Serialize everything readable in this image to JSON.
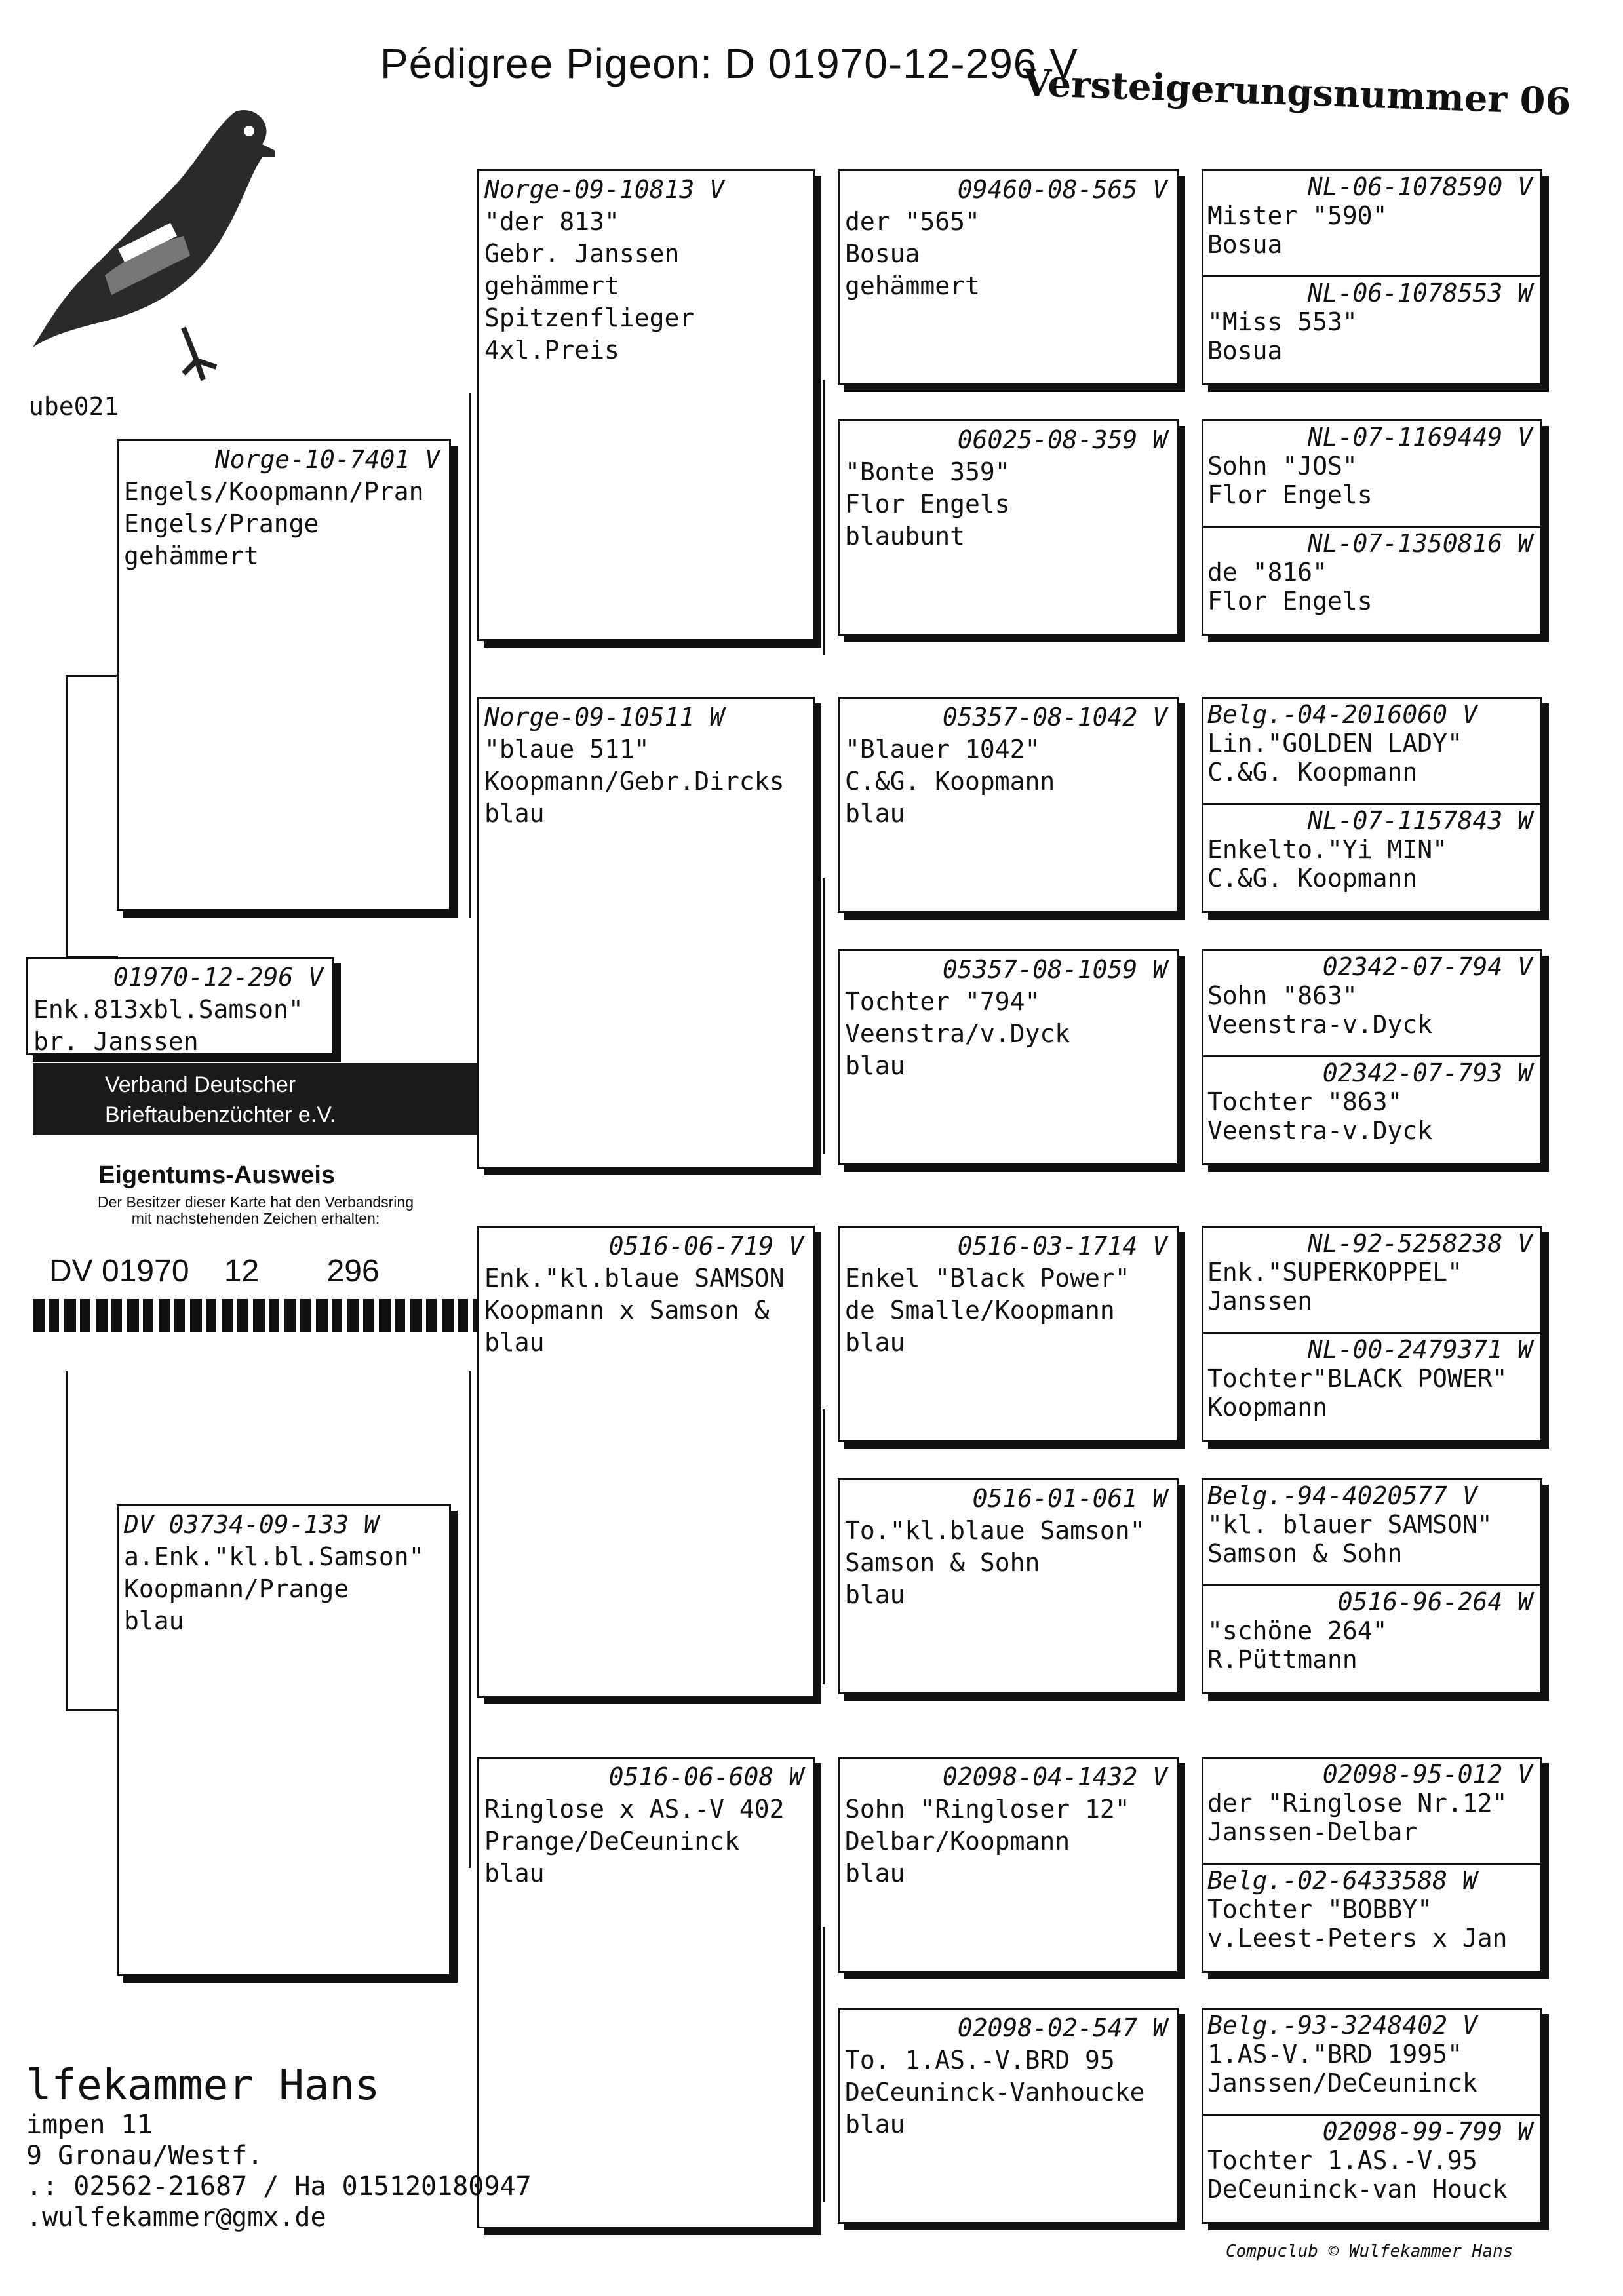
{
  "header": {
    "title": "Pédigree Pigeon: D   01970-12-296 V",
    "auction": "Versteigerungsnummer 06",
    "side_label": "ube021"
  },
  "subject": {
    "ring": "01970-12-296  V",
    "name": "Enk.813xbl.Samson\"",
    "breeder": "br. Janssen"
  },
  "card": {
    "org_line1": "Verband Deutscher",
    "org_line2": "Brieftaubenzüchter e.V.",
    "title": "Eigentums-Ausweis",
    "subtitle1": "Der Besitzer dieser Karte hat den Verbandsring",
    "subtitle2": "mit nachstehenden Zeichen erhalten:",
    "ring_prefix": "DV",
    "ring_number": "01970",
    "ring_year": "12",
    "ring_serial": "296"
  },
  "parents": {
    "father": {
      "ring": "Norge-10-7401  V",
      "lines": [
        "Engels/Koopmann/Pran",
        "Engels/Prange",
        "gehämmert"
      ]
    },
    "mother": {
      "ring": "DV  03734-09-133  W",
      "lines": [
        "a.Enk.\"kl.bl.Samson\"",
        "Koopmann/Prange",
        "blau"
      ]
    }
  },
  "grandparents": [
    {
      "ring": "Norge-09-10813  V",
      "lines": [
        "\"der 813\"",
        "Gebr. Janssen",
        "gehämmert",
        "Spitzenflieger",
        "4xl.Preis"
      ]
    },
    {
      "ring": "Norge-09-10511  W",
      "lines": [
        "\"blaue 511\"",
        "Koopmann/Gebr.Dircks",
        "blau"
      ]
    },
    {
      "ring": "0516-06-719  V",
      "lines": [
        "Enk.\"kl.blaue SAMSON",
        "Koopmann x Samson &",
        "blau"
      ]
    },
    {
      "ring": "0516-06-608  W",
      "lines": [
        "Ringlose x AS.-V 402",
        "Prange/DeCeuninck",
        "blau"
      ]
    }
  ],
  "great_grandparents": [
    {
      "ring": "09460-08-565  V",
      "lines": [
        "der \"565\"",
        "Bosua",
        "gehämmert"
      ]
    },
    {
      "ring": "06025-08-359  W",
      "lines": [
        "\"Bonte 359\"",
        "Flor Engels",
        "blaubunt"
      ]
    },
    {
      "ring": "05357-08-1042  V",
      "lines": [
        "\"Blauer 1042\"",
        "C.&G. Koopmann",
        "blau"
      ]
    },
    {
      "ring": "05357-08-1059  W",
      "lines": [
        "Tochter \"794\"",
        "Veenstra/v.Dyck",
        "blau"
      ]
    },
    {
      "ring": "0516-03-1714  V",
      "lines": [
        "Enkel \"Black Power\"",
        "de Smalle/Koopmann",
        "blau"
      ]
    },
    {
      "ring": "0516-01-061  W",
      "lines": [
        "To.\"kl.blaue Samson\"",
        "Samson & Sohn",
        "blau"
      ]
    },
    {
      "ring": "02098-04-1432  V",
      "lines": [
        "Sohn \"Ringloser 12\"",
        "Delbar/Koopmann",
        "blau"
      ]
    },
    {
      "ring": "02098-02-547  W",
      "lines": [
        "To. 1.AS.-V.BRD 95",
        "DeCeuninck-Vanhoucke",
        "blau"
      ]
    }
  ],
  "ggg_pairs": [
    {
      "top": {
        "ring": "NL-06-1078590  V",
        "lines": [
          "Mister \"590\"",
          "Bosua"
        ]
      },
      "bottom": {
        "ring": "NL-06-1078553  W",
        "lines": [
          "\"Miss 553\"",
          "Bosua"
        ]
      }
    },
    {
      "top": {
        "ring": "NL-07-1169449  V",
        "lines": [
          "Sohn \"JOS\"",
          "Flor Engels"
        ]
      },
      "bottom": {
        "ring": "NL-07-1350816  W",
        "lines": [
          "de \"816\"",
          "Flor Engels"
        ]
      }
    },
    {
      "top": {
        "ring": "Belg.-04-2016060  V",
        "lines": [
          "Lin.\"GOLDEN LADY\"",
          "C.&G. Koopmann"
        ]
      },
      "bottom": {
        "ring": "NL-07-1157843  W",
        "lines": [
          "Enkelto.\"Yi MIN\"",
          "C.&G. Koopmann"
        ]
      }
    },
    {
      "top": {
        "ring": "02342-07-794  V",
        "lines": [
          "Sohn \"863\"",
          "Veenstra-v.Dyck"
        ]
      },
      "bottom": {
        "ring": "02342-07-793  W",
        "lines": [
          "Tochter \"863\"",
          "Veenstra-v.Dyck"
        ]
      }
    },
    {
      "top": {
        "ring": "NL-92-5258238  V",
        "lines": [
          "Enk.\"SUPERKOPPEL\"",
          "Janssen"
        ]
      },
      "bottom": {
        "ring": "NL-00-2479371  W",
        "lines": [
          "Tochter\"BLACK POWER\"",
          "Koopmann"
        ]
      }
    },
    {
      "top": {
        "ring": "Belg.-94-4020577  V",
        "lines": [
          "\"kl. blauer SAMSON\"",
          "Samson & Sohn"
        ]
      },
      "bottom": {
        "ring": "0516-96-264  W",
        "lines": [
          "\"schöne 264\"",
          "R.Püttmann"
        ]
      }
    },
    {
      "top": {
        "ring": "02098-95-012  V",
        "lines": [
          "der \"Ringlose Nr.12\"",
          "Janssen-Delbar"
        ]
      },
      "bottom": {
        "ring": "Belg.-02-6433588  W",
        "lines": [
          "Tochter \"BOBBY\"",
          "v.Leest-Peters x Jan"
        ]
      }
    },
    {
      "top": {
        "ring": "Belg.-93-3248402  V",
        "lines": [
          "1.AS-V.\"BRD 1995\"",
          "Janssen/DeCeuninck"
        ]
      },
      "bottom": {
        "ring": "02098-99-799  W",
        "lines": [
          "Tochter 1.AS.-V.95",
          "DeCeuninck-van Houck"
        ]
      }
    }
  ],
  "footer": {
    "name": "lfekammer Hans",
    "street": "impen 11",
    "city": "9  Gronau/Westf.",
    "phone": ".: 02562-21687 / Ha 015120180947",
    "email": ".wulfekammer@gmx.de",
    "copyright": "Compuclub © Wulfekammer Hans"
  }
}
